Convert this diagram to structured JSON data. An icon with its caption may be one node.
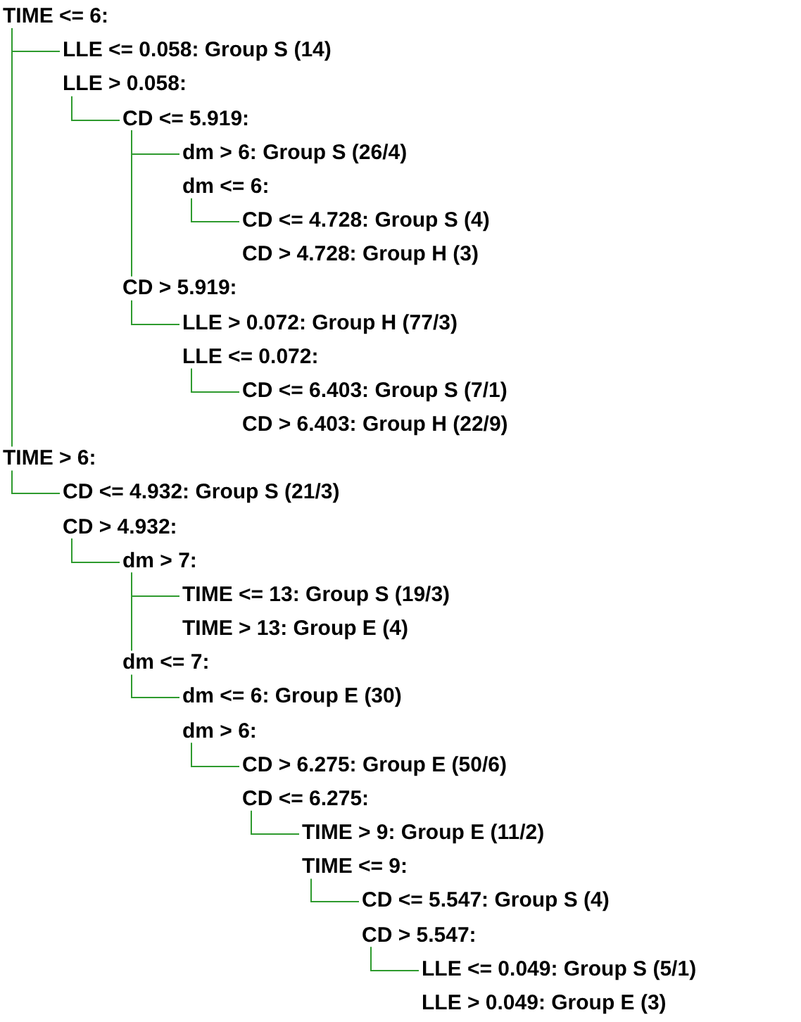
{
  "diagram": {
    "nodes": [
      {
        "text": [
          "TIME <= 6:"
        ]
      },
      {
        "text": [
          "LLE <= 0.058: Group S (14)"
        ]
      },
      {
        "text": [
          "LLE > 0.058:"
        ]
      },
      {
        "text": [
          "CD <= 5.919:"
        ]
      },
      {
        "text": [
          "dm > 6: Group S (26/4)"
        ]
      },
      {
        "text": [
          "dm <= 6:"
        ]
      },
      {
        "text": [
          "CD <= 4.728: Group S (4)"
        ]
      },
      {
        "text": [
          "CD > 4.728: Group H (3)"
        ]
      },
      {
        "text": [
          "CD > 5.919:"
        ]
      },
      {
        "text": [
          "LLE > 0.072: Group H (77/3)"
        ]
      },
      {
        "text": [
          "LLE <= 0.072:"
        ]
      },
      {
        "text": [
          "CD <= 6.403: Group S (7/1)"
        ]
      },
      {
        "text": [
          "CD > 6.403: Group H (22/9)"
        ]
      },
      {
        "text": [
          "TIME > 6:"
        ]
      },
      {
        "text": [
          "CD <= 4.932: Group S (21/3)"
        ]
      },
      {
        "text": [
          "CD > 4.932:"
        ]
      },
      {
        "text": [
          "dm > 7:"
        ]
      },
      {
        "text": [
          "TIME <= 13: Group S (19/3)"
        ]
      },
      {
        "text": [
          "TIME > 13: Group E (4)"
        ]
      },
      {
        "text": [
          "dm <= 7:"
        ]
      },
      {
        "text": [
          "dm <= 6: Group E (30)"
        ]
      },
      {
        "text": [
          "dm > 6:"
        ]
      },
      {
        "text": [
          "CD > 6.275: Group E (50/6)"
        ]
      },
      {
        "text": [
          "CD <= 6.275:"
        ]
      },
      {
        "text": [
          "TIME > 9: Group E (11/2)"
        ]
      },
      {
        "text": [
          "TIME <= 9:"
        ]
      },
      {
        "text": [
          "CD <= 5.547: Group S (4)"
        ]
      },
      {
        "text": [
          "CD > 5.547:"
        ]
      },
      {
        "text": [
          "LLE <= 0.049: Group S (5/1)"
        ]
      },
      {
        "text": [
          "LLE > 0.049: Group E (3)"
        ]
      }
    ],
    "edges": [
      {
        "from": 0,
        "to": 1,
        "arrow": "none"
      },
      {
        "from": 2,
        "to": 3,
        "arrow": "none"
      },
      {
        "from": 3,
        "to": 4,
        "arrow": "none"
      },
      {
        "from": 5,
        "to": 6,
        "arrow": "none"
      },
      {
        "from": 8,
        "to": 9,
        "arrow": "none"
      },
      {
        "from": 10,
        "to": 11,
        "arrow": "none"
      },
      {
        "from": 13,
        "to": 14,
        "arrow": "none"
      },
      {
        "from": 15,
        "to": 16,
        "arrow": "none"
      },
      {
        "from": 16,
        "to": 17,
        "arrow": "none"
      },
      {
        "from": 19,
        "to": 20,
        "arrow": "none"
      },
      {
        "from": 21,
        "to": 22,
        "arrow": "none"
      },
      {
        "from": 23,
        "to": 24,
        "arrow": "none"
      },
      {
        "from": 25,
        "to": 26,
        "arrow": "none"
      },
      {
        "from": 27,
        "to": 28,
        "arrow": "none"
      },
      {
        "from": 0,
        "to": 13,
        "arrow": "none"
      },
      {
        "from": 3,
        "to": 8,
        "arrow": "none"
      },
      {
        "from": 16,
        "to": 19,
        "arrow": "none"
      }
    ]
  }
}
